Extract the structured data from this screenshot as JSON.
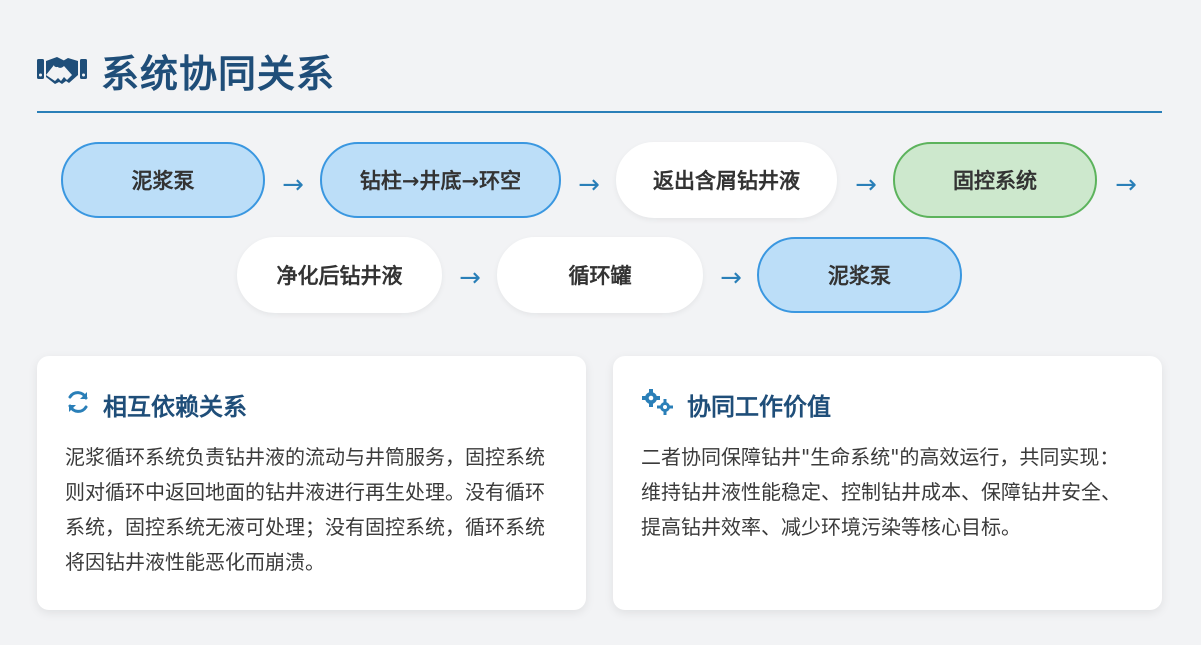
{
  "header": {
    "title": "系统协同关系",
    "icon": "handshake-icon",
    "color": "#1f4e79"
  },
  "flow": {
    "arrow": "→",
    "nodes": [
      {
        "label": "泥浆泵",
        "style": "blue"
      },
      {
        "label": "钻柱→井底→环空",
        "style": "blue"
      },
      {
        "label": "返出含屑钻井液",
        "style": "white"
      },
      {
        "label": "固控系统",
        "style": "green"
      },
      {
        "label": "净化后钻井液",
        "style": "white"
      },
      {
        "label": "循环罐",
        "style": "white"
      },
      {
        "label": "泥浆泵",
        "style": "blue"
      }
    ]
  },
  "cards": [
    {
      "icon": "sync-icon",
      "title": "相互依赖关系",
      "text": "泥浆循环系统负责钻井液的流动与井筒服务，固控系统则对循环中返回地面的钻井液进行再生处理。没有循环系统，固控系统无液可处理；没有固控系统，循环系统将因钻井液性能恶化而崩溃。"
    },
    {
      "icon": "gears-icon",
      "title": "协同工作价值",
      "text": "二者协同保障钻井\"生命系统\"的高效运行，共同实现：维持钻井液性能稳定、控制钻井成本、保障钻井安全、提高钻井效率、减少环境污染等核心目标。"
    }
  ],
  "colors": {
    "accent": "#2a7fb8",
    "blue_fill": "#bcdef8",
    "blue_border": "#3a97e0",
    "green_fill": "#cde8cd",
    "green_border": "#5cb35c"
  }
}
